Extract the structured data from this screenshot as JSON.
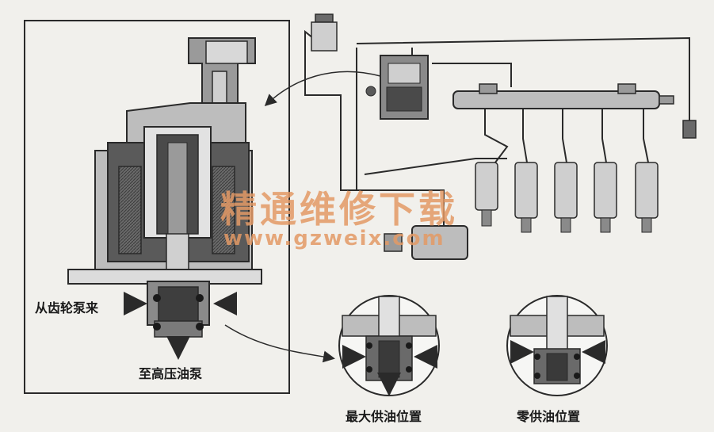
{
  "labels": {
    "from_gear_pump": "从齿轮泵来",
    "to_high_pressure_pump": "至高压油泵",
    "max_supply_position": "最大供油位置",
    "zero_supply_position": "零供油位置"
  },
  "watermark": {
    "title": "精通维修下载",
    "url": "www.gzweix.com"
  },
  "colors": {
    "line": "#2a2a2a",
    "section_dark": "#4a4a4a",
    "section_mid": "#8a8a8a",
    "section_light": "#bdbdbd",
    "watermark": "#e39a66",
    "background": "#f1f0ec"
  }
}
